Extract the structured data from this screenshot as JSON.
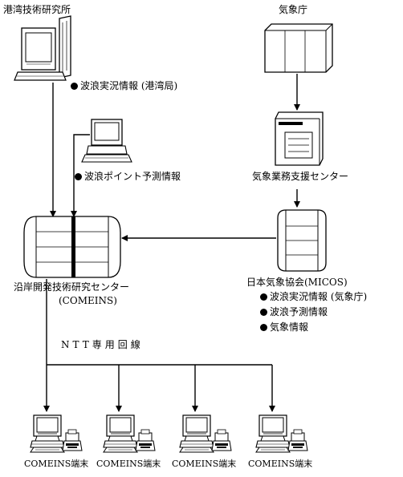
{
  "nodes": {
    "port_institute": {
      "label": "港湾技術研究所"
    },
    "jma": {
      "label": "気象庁"
    },
    "jma_support_center": {
      "label": "気象業務支援センター"
    },
    "coastal_center": {
      "label": "沿岸開発技術研究センター",
      "sublabel": "(COMEINS)"
    },
    "jwa": {
      "label": "日本気象協会(MICOS)"
    },
    "terminals": [
      {
        "label": "COMEINS端末"
      },
      {
        "label": "COMEINS端末"
      },
      {
        "label": "COMEINS端末"
      },
      {
        "label": "COMEINS端末"
      }
    ]
  },
  "info_items": {
    "port_wave": "波浪実況情報 (港湾局)",
    "wave_point": "波浪ポイント予測情報",
    "jwa_items": [
      "波浪実況情報 (気象庁)",
      "波浪予測情報",
      "気象情報"
    ]
  },
  "line_label": "NTT専用回線"
}
